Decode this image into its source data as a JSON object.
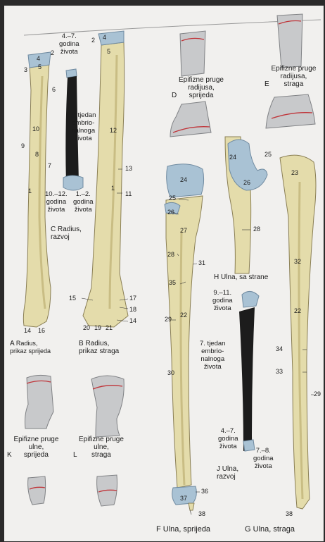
{
  "panels": {
    "A": {
      "letter": "A",
      "text": "Radius,\nprikaz sprijeda"
    },
    "B": {
      "letter": "B",
      "text": "Radius,\nprikaz straga"
    },
    "C": {
      "letter": "C",
      "text": "Radius,\nrazvoj"
    },
    "D": {
      "letter": "D",
      "text": "Epifizne pruge\nradijusa,\nsprijeda"
    },
    "E": {
      "letter": "E",
      "text": "Epifizne pruge\nradijusa,\nstraga"
    },
    "F": {
      "letter": "F",
      "text": "Ulna, sprijeda"
    },
    "G": {
      "letter": "G",
      "text": "Ulna, straga"
    },
    "H": {
      "letter": "H",
      "text": "Ulna, sa strane"
    },
    "J": {
      "letter": "J",
      "text": "Ulna,\nrazvoj"
    },
    "K": {
      "letter": "K",
      "text": "Epifizne pruge\nulne,\nsprijeda"
    },
    "L": {
      "letter": "L",
      "text": "Epifizne pruge\nulne,\nstraga"
    }
  },
  "development_labels": {
    "radius_top": "4.–7.\ngodina\nživota",
    "radius_mid": "7. tjedan\nembrio-\nnalnoga\nživota",
    "radius_bottom_left": "10.–12.\ngodina\nživota",
    "radius_bottom_right": "1.–2.\ngodina\nživota",
    "ulna_top": "9.–11.\ngodina\nživota",
    "ulna_mid": "7. tjedan\nembrio-\nnalnoga\nživota",
    "ulna_bottom_left": "4.–7.\ngodina\nživota",
    "ulna_bottom_right": "7.–8.\ngodina\nživota"
  },
  "numbers": {
    "a2": "2",
    "a4": "4",
    "a3": "3",
    "a5": "5",
    "a6": "6",
    "a10": "10",
    "a9": "9",
    "a8": "8",
    "a7": "7",
    "a1": "1",
    "a14": "14",
    "a16": "16",
    "b2": "2",
    "b4": "4",
    "b5": "5",
    "b12": "12",
    "b13": "13",
    "b1": "1",
    "b11": "11",
    "b15": "15",
    "b17": "17",
    "b18": "18",
    "b14": "14",
    "b20": "20",
    "b19": "19",
    "b21": "21",
    "f24": "24",
    "f25": "25",
    "f26": "26",
    "f27": "27",
    "f28": "28",
    "f31": "31",
    "f35": "35",
    "f22": "22",
    "f29": "29",
    "f30": "30",
    "f36": "36",
    "f37": "37",
    "f38": "38",
    "h24": "24",
    "h25": "25",
    "h26": "26",
    "h28": "28",
    "g23": "23",
    "g32": "32",
    "g22": "22",
    "g34": "34",
    "g33": "33",
    "g29": "29",
    "g38": "38"
  },
  "colors": {
    "bone": "#e4dcab",
    "bone_shade": "#c9bd84",
    "cartilage": "#a9c2d4",
    "cartilage_dark": "#7f9fb6",
    "ossification": "#1c1c1c",
    "epiphyseal_line": "#c0353a",
    "gray_bone": "#c8c9cb"
  }
}
